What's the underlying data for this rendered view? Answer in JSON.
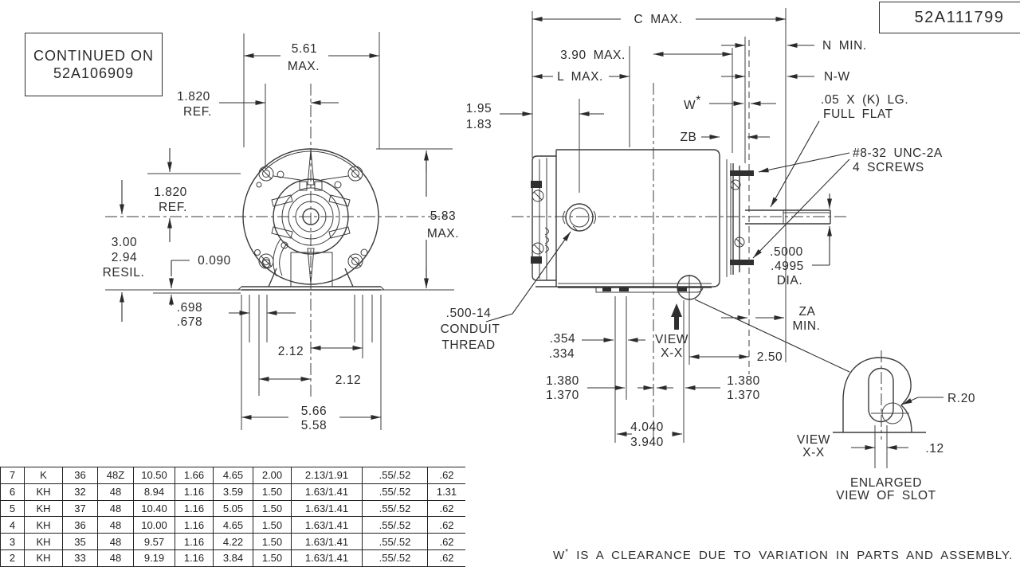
{
  "title_box": {
    "number": "52A111799"
  },
  "continuation_box": {
    "line1": "CONTINUED ON",
    "line2": "52A106909"
  },
  "note": {
    "prefix": "W",
    "star": "*",
    "body": "IS A CLEARANCE DUE TO VARIATION IN PARTS AND ASSEMBLY."
  },
  "front_view": {
    "width_max": "5.61",
    "width_max_suffix": "MAX.",
    "ref_top_value": "1.820",
    "ref_top_suffix": "REF.",
    "ref_left_value": "1.820",
    "ref_left_suffix": "REF.",
    "height_value": "5.83",
    "height_suffix": "MAX.",
    "resil_upper": "3.00",
    "resil_lower": "2.94",
    "resil_suffix": "RESIL.",
    "gap_value": "0.090",
    "foot_slot_upper": ".698",
    "foot_slot_lower": ".678",
    "pitch_right": "2.12",
    "pitch_left": "2.12",
    "base_upper": "5.66",
    "base_lower": "5.58"
  },
  "side_view": {
    "c_max": "C MAX.",
    "d_390": "3.90 MAX.",
    "l_max": "L MAX.",
    "n_min": "N MIN.",
    "n_w": "N-W",
    "w_clearance": "W",
    "w_star": "*",
    "zb": "ZB",
    "endbell_upper": "1.95",
    "endbell_lower": "1.83",
    "flat_line1": ".05 X (K) LG.",
    "flat_line2": "FULL FLAT",
    "screws_line1": "#8-32 UNC-2A",
    "screws_line2": "4 SCREWS",
    "dia_line1": ".5000",
    "dia_line2": ".4995",
    "dia_line3": "DIA.",
    "za_line1": "ZA",
    "za_line2": "MIN.",
    "conduit_line1": ".500-14",
    "conduit_line2": "CONDUIT",
    "conduit_line3": "THREAD",
    "slot_upper": ".354",
    "slot_lower": ".334",
    "view_label_line1": "VIEW",
    "view_label_line2": "X-X",
    "d_250": "2.50",
    "foot_left_upper": "1.380",
    "foot_left_lower": "1.370",
    "foot_right_upper": "1.380",
    "foot_right_lower": "1.370",
    "span_upper": "4.040",
    "span_lower": "3.940"
  },
  "slot_view": {
    "radius": "R.20",
    "slot_width": ".12",
    "view_line1": "VIEW",
    "view_line2": "X-X",
    "caption_line1": "ENLARGED",
    "caption_line2": "VIEW OF SLOT"
  },
  "table": {
    "rows": [
      [
        "7",
        "K",
        "36",
        "48Z",
        "10.50",
        "1.66",
        "4.65",
        "2.00",
        "2.13/1.91",
        ".55/.52",
        ".62"
      ],
      [
        "6",
        "KH",
        "32",
        "48",
        "8.94",
        "1.16",
        "3.59",
        "1.50",
        "1.63/1.41",
        ".55/.52",
        "1.31"
      ],
      [
        "5",
        "KH",
        "37",
        "48",
        "10.40",
        "1.16",
        "5.05",
        "1.50",
        "1.63/1.41",
        ".55/.52",
        ".62"
      ],
      [
        "4",
        "KH",
        "36",
        "48",
        "10.00",
        "1.16",
        "4.65",
        "1.50",
        "1.63/1.41",
        ".55/.52",
        ".62"
      ],
      [
        "3",
        "KH",
        "35",
        "48",
        "9.57",
        "1.16",
        "4.22",
        "1.50",
        "1.63/1.41",
        ".55/.52",
        ".62"
      ],
      [
        "2",
        "KH",
        "33",
        "48",
        "9.19",
        "1.16",
        "3.84",
        "1.50",
        "1.63/1.41",
        ".55/.52",
        ".62"
      ]
    ]
  }
}
